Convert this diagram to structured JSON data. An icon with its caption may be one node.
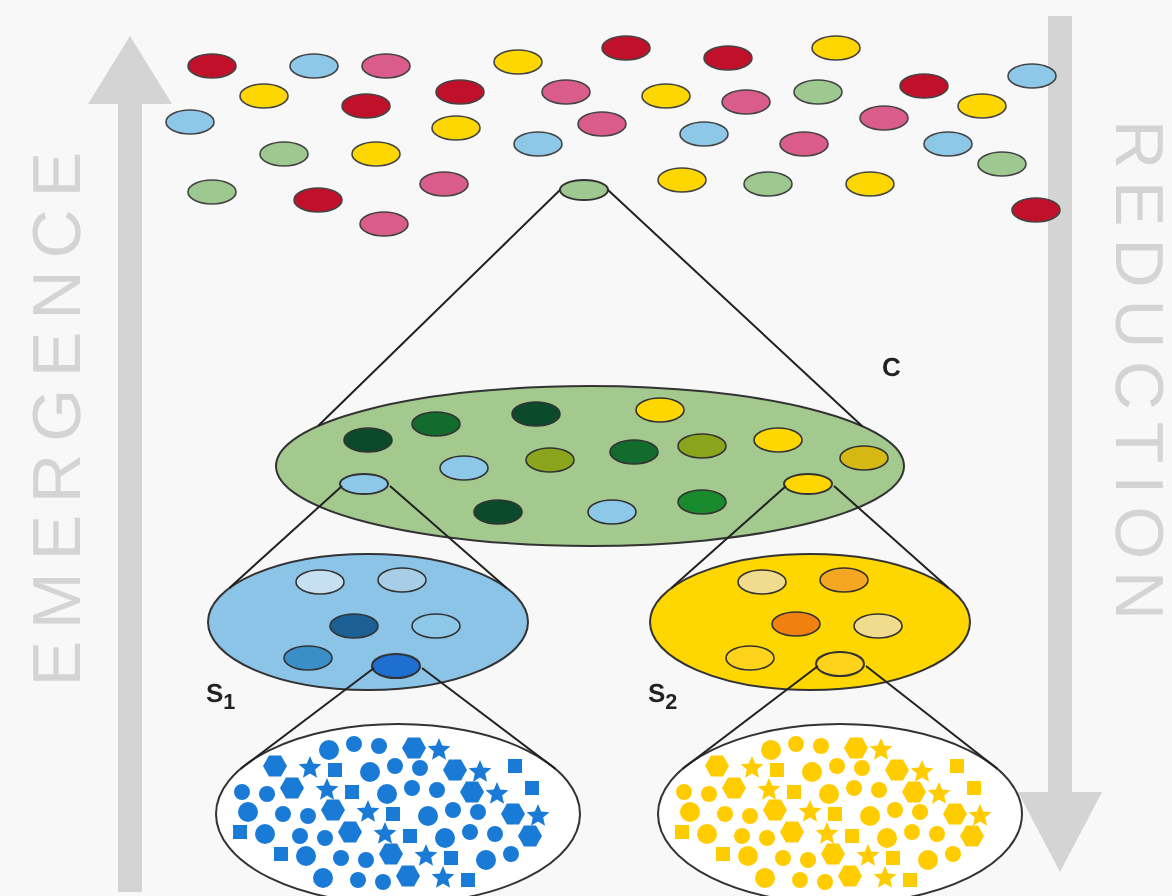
{
  "diagram": {
    "nodes": [
      {
        "text": [],
        "shape": "ellipse"
      },
      {
        "text": [],
        "shape": "ellipse",
        "beside": [
          "C"
        ]
      },
      {
        "text": [],
        "shape": "ellipse",
        "in": 1
      },
      {
        "text": [],
        "shape": "ellipse",
        "in": 1
      },
      {
        "text": [],
        "shape": "ellipse",
        "beside": [
          "S$_{1}$"
        ]
      },
      {
        "text": [],
        "shape": "ellipse",
        "in": 4
      },
      {
        "text": [],
        "shape": "ellipse",
        "beside": [
          "S$_{2}$"
        ]
      },
      {
        "text": [],
        "shape": "ellipse",
        "in": 6
      },
      {
        "text": [],
        "shape": "ellipse"
      },
      {
        "text": [],
        "shape": "ellipse"
      }
    ],
    "edges": [
      {
        "from": 0,
        "to": 1,
        "arrow": "none"
      },
      {
        "from": 2,
        "to": 4,
        "arrow": "none"
      },
      {
        "from": 3,
        "to": 6,
        "arrow": "none"
      },
      {
        "from": 5,
        "to": 8,
        "arrow": "none"
      },
      {
        "from": 7,
        "to": 9,
        "arrow": "none"
      }
    ],
    "labels": [
      "EMERGENCE",
      "REDUCTION"
    ]
  }
}
